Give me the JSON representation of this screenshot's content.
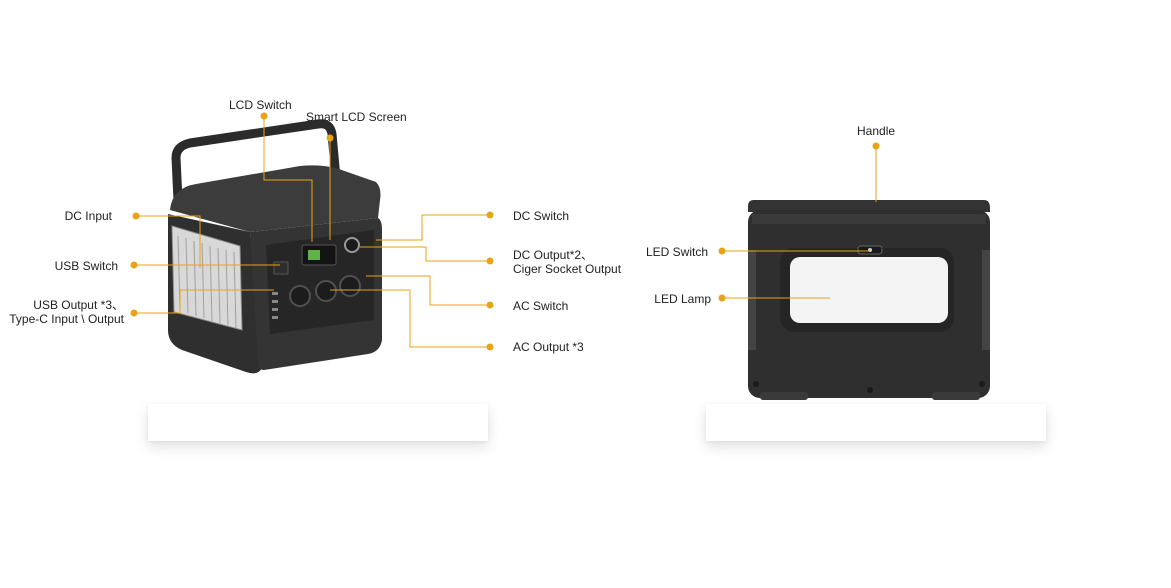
{
  "accent_color": "#e8a317",
  "left_device": {
    "labels": {
      "lcd_switch": "LCD Switch",
      "smart_lcd_screen": "Smart LCD Screen",
      "dc_input": "DC Input",
      "usb_switch": "USB Switch",
      "usb_output_line1": "USB Output *3、",
      "usb_output_line2": "Type-C Input \\ Output",
      "dc_switch": "DC Switch",
      "dc_output_line1": "DC Output*2、",
      "dc_output_line2": "Ciger Socket Output",
      "ac_switch": "AC Switch",
      "ac_output": "AC Output *3"
    }
  },
  "right_device": {
    "labels": {
      "handle": "Handle",
      "led_switch": "LED Switch",
      "led_lamp": "LED Lamp"
    }
  }
}
